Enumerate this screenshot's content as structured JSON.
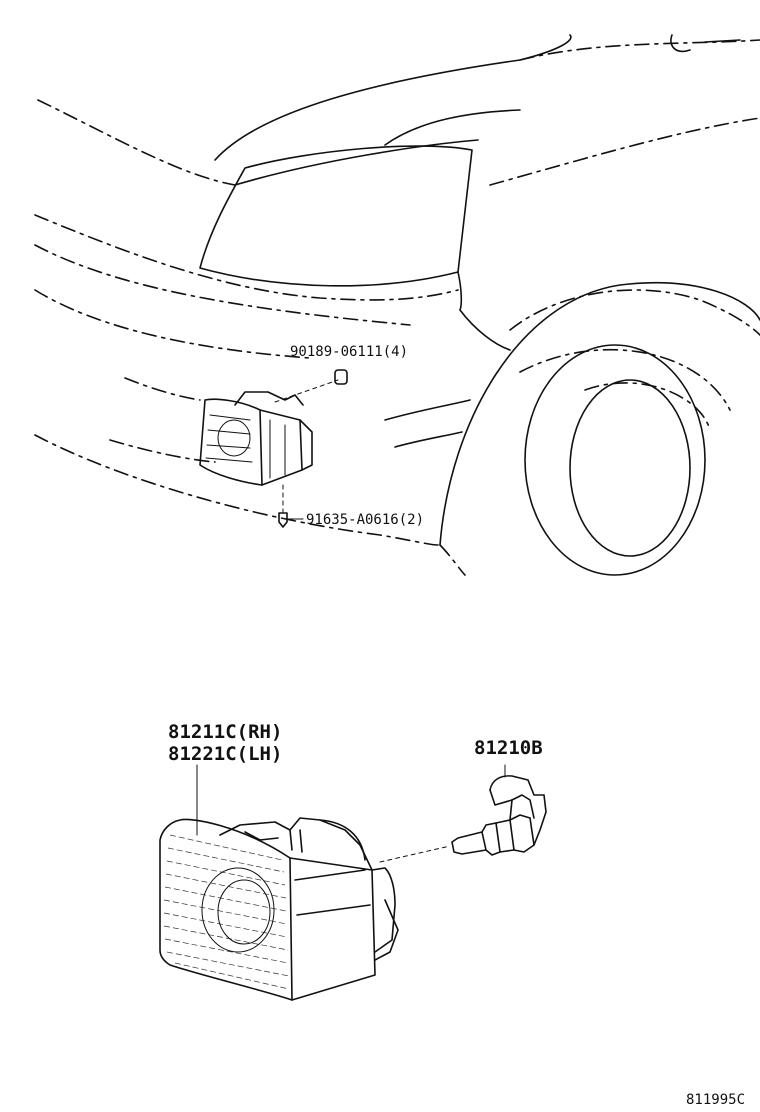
{
  "labels": {
    "nut_part": "90189-06111(4)",
    "screw_part": "91635-A0616(2)",
    "lamp_rh": "81211C(RH)",
    "lamp_lh": "81221C(LH)",
    "bulb_part": "81210B",
    "figure_id": "811995C"
  }
}
